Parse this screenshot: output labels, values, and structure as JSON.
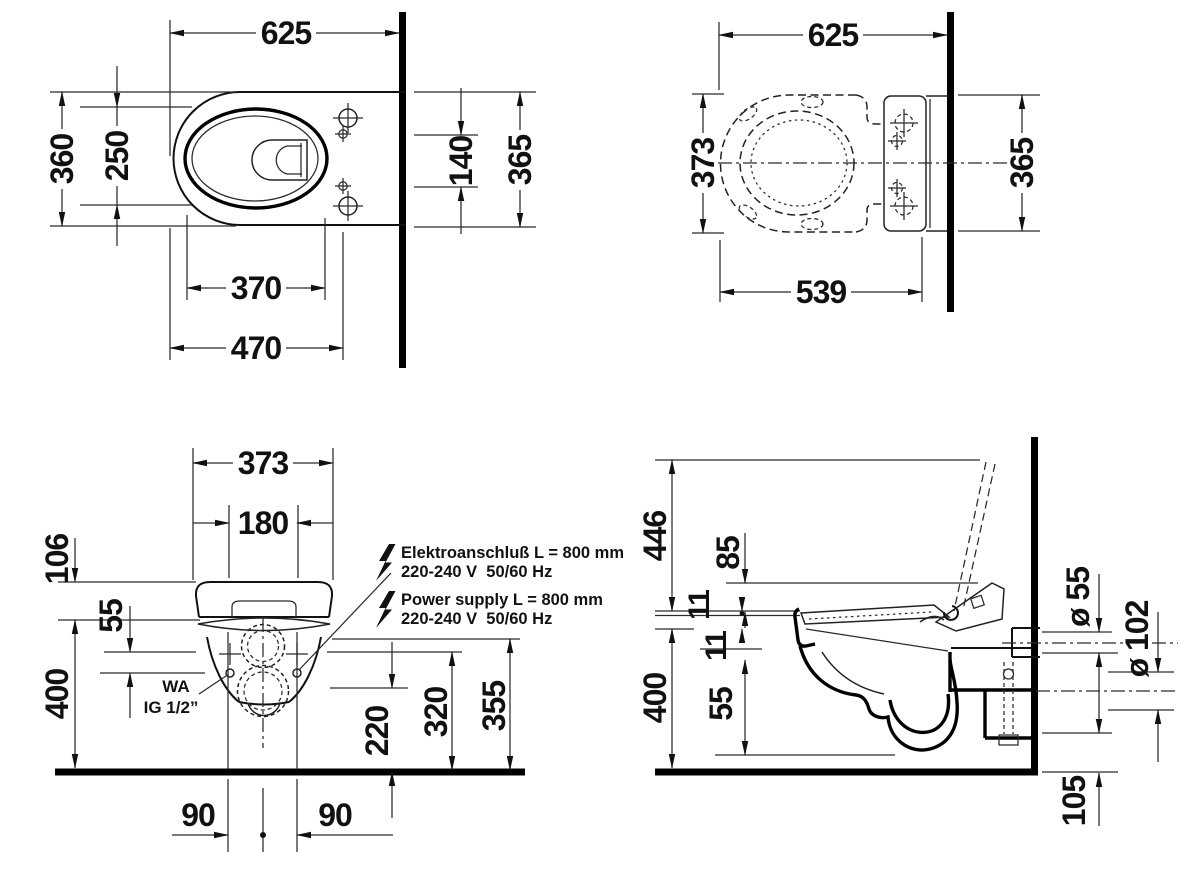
{
  "views": {
    "plan": {
      "d625": "625",
      "d360": "360",
      "d250": "250",
      "d140": "140",
      "d365": "365",
      "d370": "370",
      "d470": "470"
    },
    "plan_seat": {
      "d625": "625",
      "d373": "373",
      "d365": "365",
      "d539": "539"
    },
    "front": {
      "d373": "373",
      "d180": "180",
      "d106": "106",
      "d55": "55",
      "d400": "400",
      "d220": "220",
      "d320": "320",
      "d355": "355",
      "d90_left": "90",
      "d90_right": "90",
      "wa_line1": "WA",
      "wa_line2": "IG 1/2”",
      "elektro_line1": "Elektroanschluß L = 800 mm",
      "elektro_line2": "220-240 V  50/60 Hz",
      "power_line1": "Power supply L = 800 mm",
      "power_line2": "220-240 V  50/60 Hz"
    },
    "side": {
      "d446": "446",
      "d85": "85",
      "d11_upper": "11",
      "d11_lower": "11",
      "d400": "400",
      "d55": "55",
      "dia55": "ø 55",
      "dia102": "ø 102",
      "d105": "105"
    }
  }
}
